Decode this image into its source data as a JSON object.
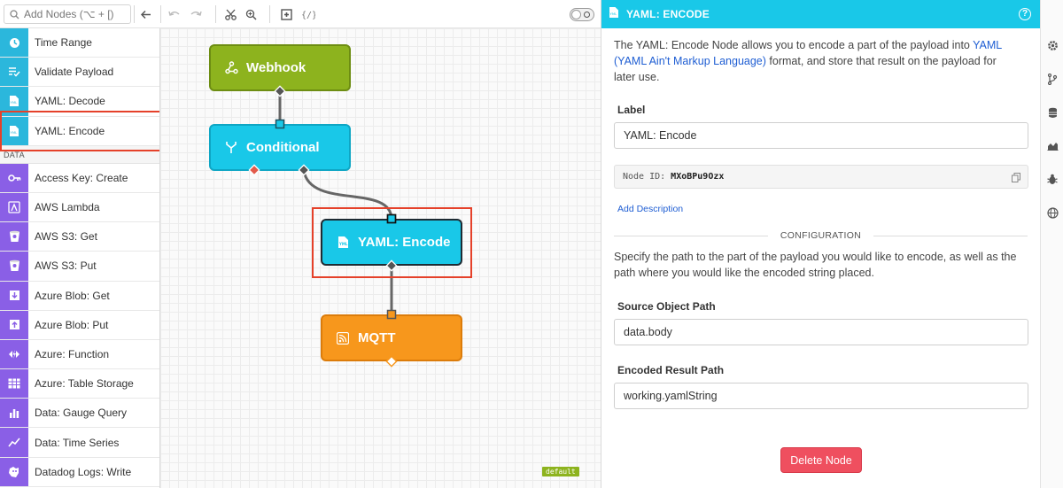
{
  "palette": {
    "search_placeholder": "Add Nodes (⌥ + [)",
    "section_data": "DATA",
    "items": [
      {
        "label": "Time Range",
        "color": "blue",
        "icon": "clock-icon"
      },
      {
        "label": "Validate Payload",
        "color": "blue",
        "icon": "checklist-icon"
      },
      {
        "label": "YAML: Decode",
        "color": "blue",
        "icon": "yaml-file-icon"
      },
      {
        "label": "YAML: Encode",
        "color": "blue",
        "icon": "yaml-file-icon"
      },
      {
        "label": "Access Key: Create",
        "color": "purple",
        "icon": "key-icon"
      },
      {
        "label": "AWS Lambda",
        "color": "purple",
        "icon": "lambda-icon"
      },
      {
        "label": "AWS S3: Get",
        "color": "purple",
        "icon": "bucket-icon"
      },
      {
        "label": "AWS S3: Put",
        "color": "purple",
        "icon": "bucket-icon"
      },
      {
        "label": "Azure Blob: Get",
        "color": "purple",
        "icon": "blob-download-icon"
      },
      {
        "label": "Azure Blob: Put",
        "color": "purple",
        "icon": "blob-upload-icon"
      },
      {
        "label": "Azure: Function",
        "color": "purple",
        "icon": "bolt-icon"
      },
      {
        "label": "Azure: Table Storage",
        "color": "purple",
        "icon": "table-icon"
      },
      {
        "label": "Data: Gauge Query",
        "color": "purple",
        "icon": "bar-chart-icon"
      },
      {
        "label": "Data: Time Series",
        "color": "purple",
        "icon": "line-chart-icon"
      },
      {
        "label": "Datadog Logs: Write",
        "color": "purple",
        "icon": "datadog-icon"
      }
    ]
  },
  "toolbar": {
    "icons": [
      "back-arrow-icon",
      "undo-icon",
      "redo-icon",
      "cut-icon",
      "zoom-icon",
      "add-box-icon",
      "code-icon",
      "toggle-icon"
    ]
  },
  "canvas": {
    "nodes": {
      "webhook": "Webhook",
      "conditional": "Conditional",
      "encode": "YAML: Encode",
      "mqtt": "MQTT"
    },
    "tag": "default"
  },
  "panel": {
    "title": "YAML: ENCODE",
    "desc_pre": "The YAML: Encode Node allows you to encode a part of the payload into ",
    "desc_link": "YAML (YAML Ain't Markup Language)",
    "desc_post": " format, and store that result on the payload for later use.",
    "label_title": "Label",
    "label_value": "YAML: Encode",
    "node_id_label": "Node ID:",
    "node_id_value": "MXoBPu9Ozx",
    "add_description": "Add Description",
    "configuration": "CONFIGURATION",
    "config_help": "Specify the path to the part of the payload you would like to encode, as well as the path where you would like the encoded string placed.",
    "source_label": "Source Object Path",
    "source_value": "data.body",
    "result_label": "Encoded Result Path",
    "result_value": "working.yamlString",
    "delete_label": "Delete Node"
  },
  "rail": {
    "icons": [
      "gear-icon",
      "branch-icon",
      "database-icon",
      "area-chart-icon",
      "bug-icon",
      "globe-icon"
    ]
  },
  "colors": {
    "accent": "#19c8e8",
    "palette_blue": "#2bb7dc",
    "palette_purple": "#8a5fe6",
    "webhook": "#8db31e",
    "mqtt": "#f7971c",
    "delete": "#ef4f5f",
    "highlight": "#e5412a"
  }
}
